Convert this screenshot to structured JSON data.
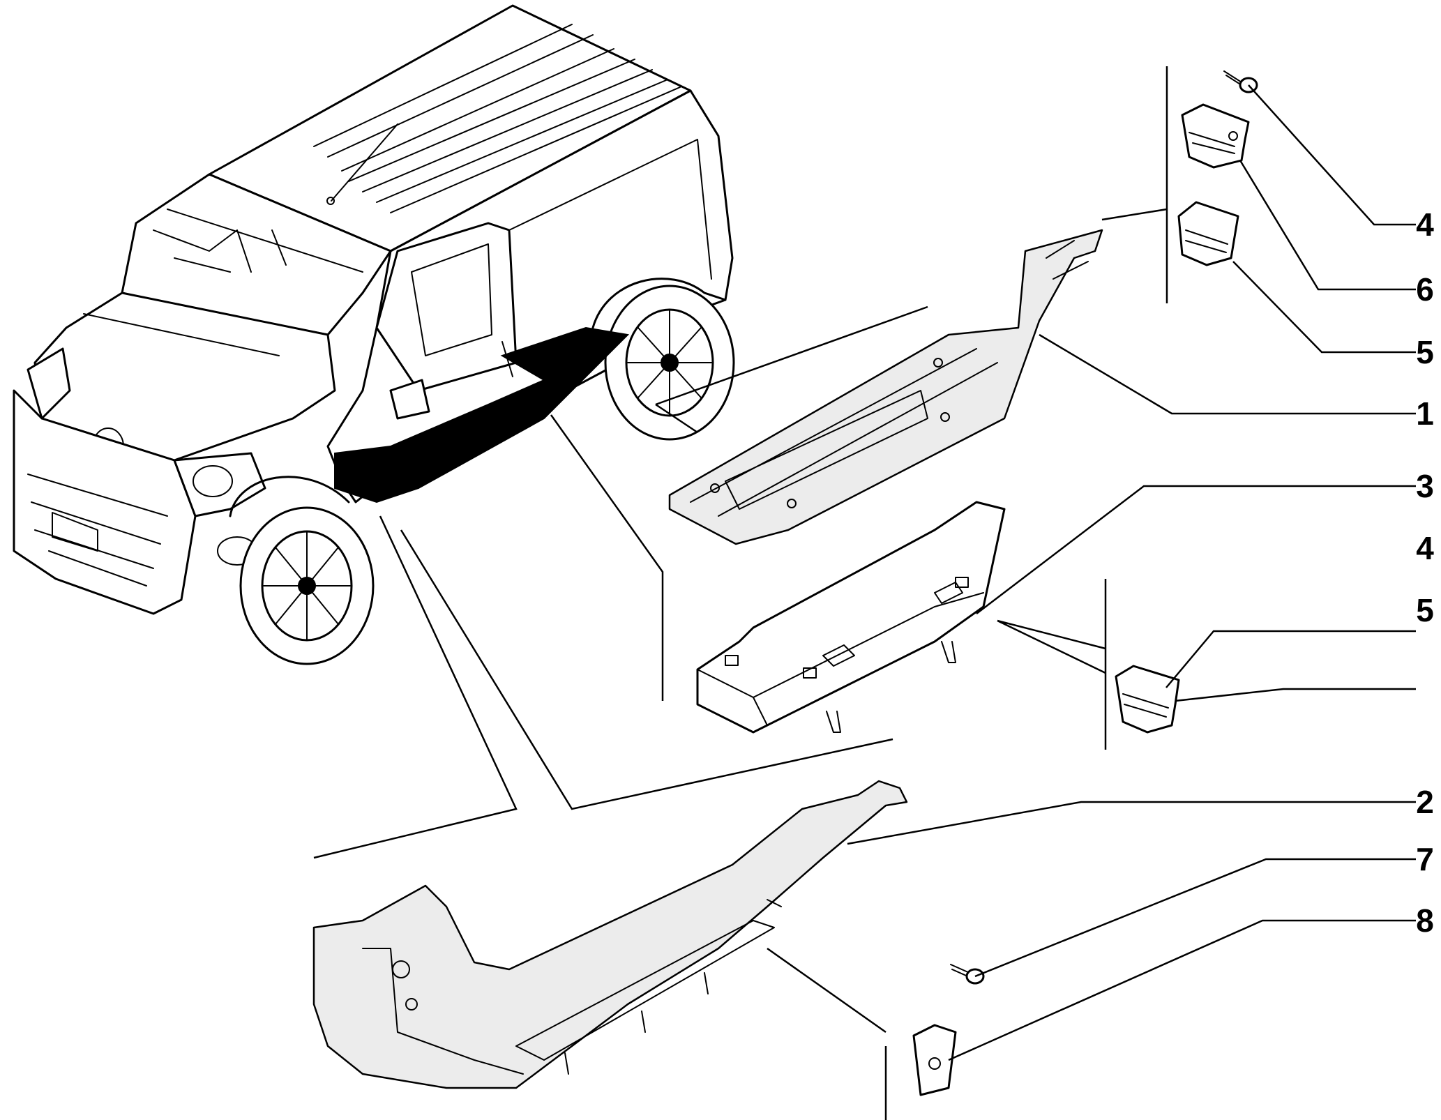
{
  "diagram": {
    "callouts": [
      {
        "id": "c4a",
        "label": "4"
      },
      {
        "id": "c6",
        "label": "6"
      },
      {
        "id": "c5a",
        "label": "5"
      },
      {
        "id": "c1",
        "label": "1"
      },
      {
        "id": "c3",
        "label": "3"
      },
      {
        "id": "c4b",
        "label": "4"
      },
      {
        "id": "c5b",
        "label": "5"
      },
      {
        "id": "c2",
        "label": "2"
      },
      {
        "id": "c7",
        "label": "7"
      },
      {
        "id": "c8",
        "label": "8"
      }
    ],
    "colors": {
      "line": "#000000",
      "background": "#ffffff",
      "highlight": "#000000"
    }
  }
}
